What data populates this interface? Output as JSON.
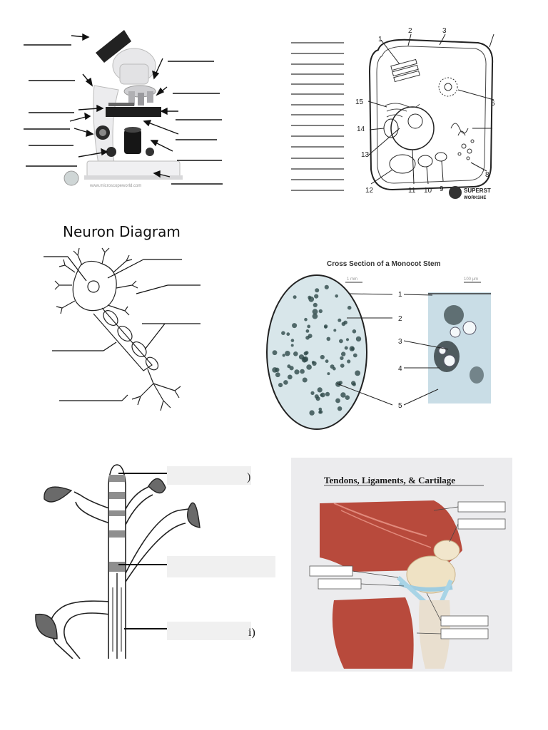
{
  "microscope": {
    "watermark": "www.microscopeworld.com"
  },
  "animal_cell": {
    "numbers": [
      "1",
      "2",
      "3",
      "6",
      "8",
      "9",
      "10",
      "11",
      "12",
      "13",
      "14",
      "15"
    ],
    "logo_text_1": "SUPERST",
    "logo_text_2": "WORKSHE"
  },
  "neuron": {
    "title": "Neuron Diagram"
  },
  "monocot": {
    "title": "Cross Section of a Monocot Stem",
    "scale_left": "1 mm",
    "scale_right": "100 μm",
    "labels": [
      "1",
      "2",
      "3",
      "4",
      "5"
    ]
  },
  "plant_stem": {
    "partial_label_1": ")",
    "partial_label_3": "i)"
  },
  "knee": {
    "title": "Tendons, Ligaments, & Cartilage"
  },
  "colors": {
    "line": "#222222",
    "muscle": "#b84a3c",
    "stem_band": "#8f8f8f",
    "leaf": "#6a6a6a"
  }
}
